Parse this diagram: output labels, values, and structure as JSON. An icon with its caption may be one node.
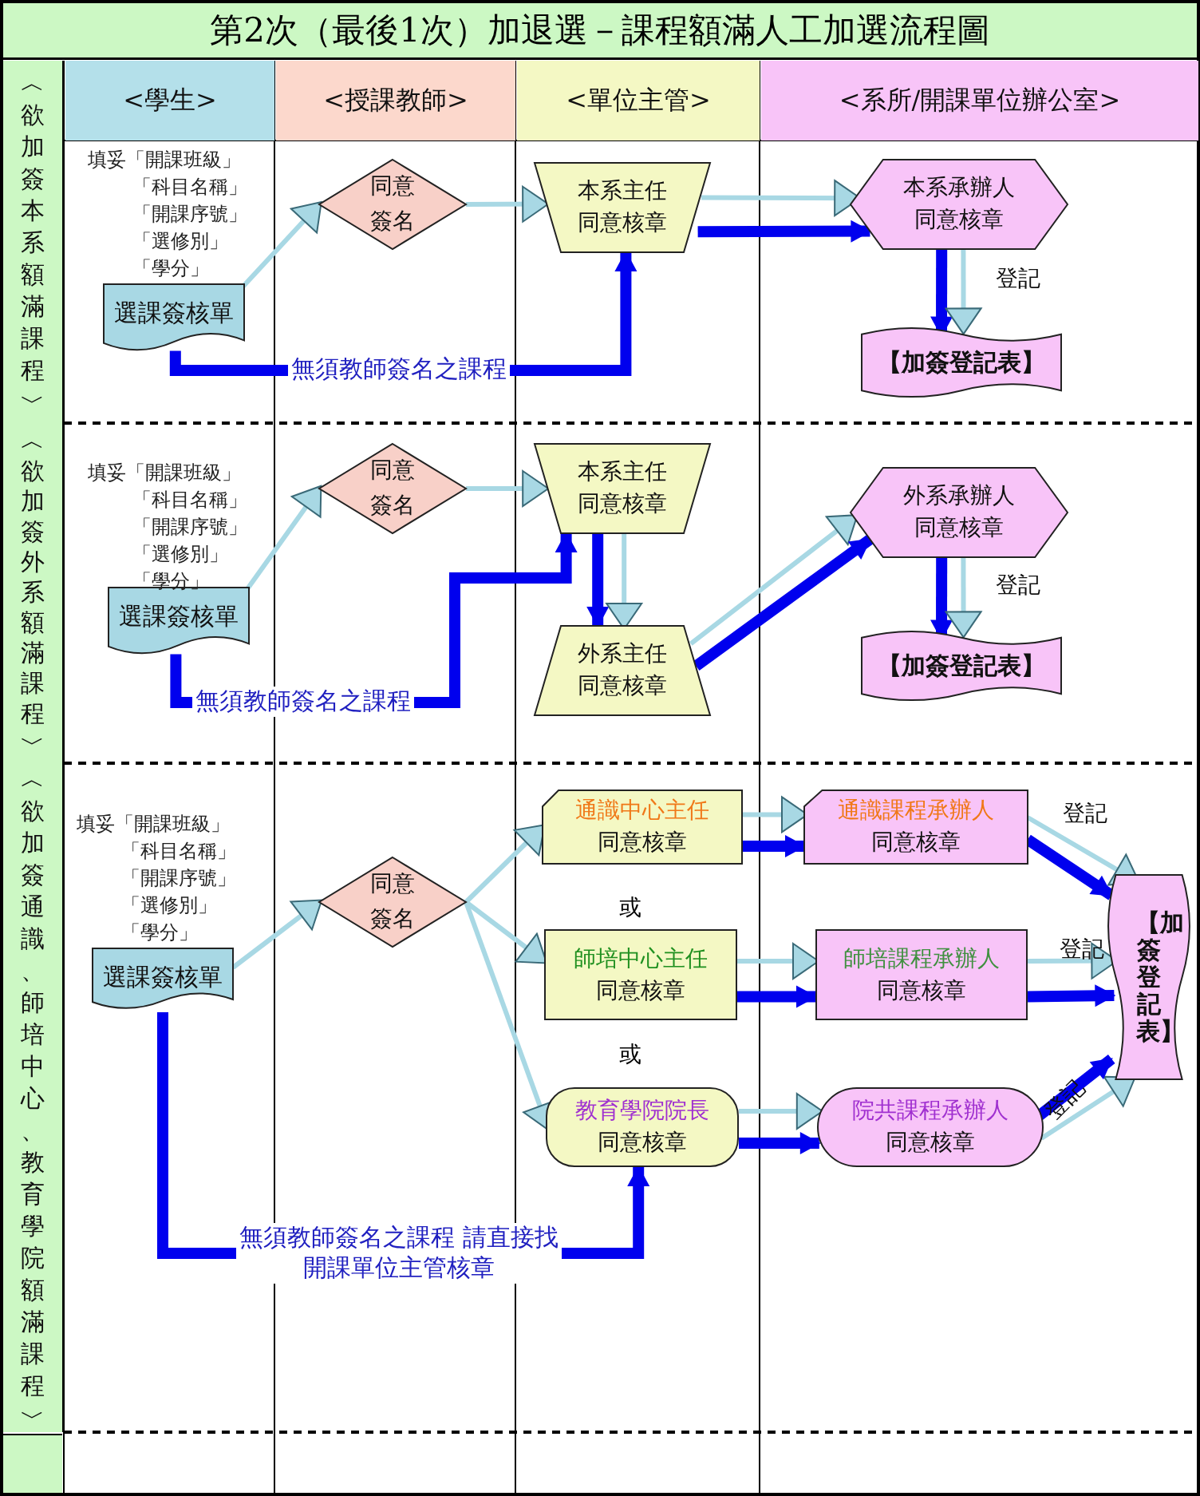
{
  "diagram": {
    "title": "第2次（最後1次）加退選－課程額滿人工加選流程圖",
    "nodes": [
      {
        "text": [
          "<學生>"
        ]
      },
      {
        "text": [
          "<授課教師>"
        ]
      },
      {
        "text": [
          "<單位主管>"
        ]
      },
      {
        "text": [
          "<系所/開課單位辦公室>"
        ]
      },
      {
        "text": [
          "︿欲加簽本系額滿課程﹀"
        ]
      },
      {
        "text": [
          "選課簽核單"
        ],
        "beside": [
          "填妥「開課班級」「科目名稱」「開課序號」「選修別」「學分」"
        ]
      },
      {
        "text": [
          "同意簽名"
        ]
      },
      {
        "text": [
          "本系主任",
          "同意核章"
        ]
      },
      {
        "text": [
          "本系承辦人",
          "同意核章"
        ]
      },
      {
        "text": [
          "【加簽登記表】"
        ]
      },
      {
        "text": [
          "︿欲加簽外系額滿課程﹀"
        ]
      },
      {
        "text": [
          "選課簽核單"
        ],
        "beside": [
          "填妥「開課班級」「科目名稱」「開課序號」「選修別」「學分」"
        ]
      },
      {
        "text": [
          "同意簽名"
        ]
      },
      {
        "text": [
          "本系主任",
          "同意核章"
        ]
      },
      {
        "text": [
          "外系主任",
          "同意核章"
        ]
      },
      {
        "text": [
          "外系承辦人",
          "同意核章"
        ]
      },
      {
        "text": [
          "【加簽登記表】"
        ]
      },
      {
        "text": [
          "︿欲加簽通識、師培中心、教育學院額滿課程﹀"
        ]
      },
      {
        "text": [
          "選課簽核單"
        ],
        "beside": [
          "填妥「開課班級」「科目名稱」「開課序號」「選修別」「學分」"
        ]
      },
      {
        "text": [
          "同意簽名"
        ]
      },
      {
        "text": [
          "通識中心主任",
          "同意核章"
        ]
      },
      {
        "text": [
          "師培中心主任",
          "同意核章"
        ]
      },
      {
        "text": [
          "教育學院院長",
          "同意核章"
        ]
      },
      {
        "text": [
          "通識課程承辦人",
          "同意核章"
        ]
      },
      {
        "text": [
          "師培課程承辦人",
          "同意核章"
        ]
      },
      {
        "text": [
          "院共課程承辦人",
          "同意核章"
        ]
      },
      {
        "text": [
          "【加簽登記表】"
        ]
      }
    ],
    "edges": [
      {
        "from": 5,
        "to": 6,
        "arrow": "to"
      },
      {
        "from": 6,
        "to": 7,
        "arrow": "to"
      },
      {
        "from": 7,
        "to": 8,
        "arrow": "to"
      },
      {
        "from": 7,
        "to": 8,
        "arrow": "to",
        "style": "thick",
        "color": "#0000ee"
      },
      {
        "from": 8,
        "to": 9,
        "arrow": "to",
        "style": "thick",
        "color": "#0000ee"
      },
      {
        "from": 8,
        "to": 9,
        "arrow": "to",
        "label": "登記"
      },
      {
        "from": 5,
        "to": 7,
        "arrow": "to",
        "label": "無須教師簽名之課程",
        "style": "thick",
        "color": "#0000ee"
      },
      {
        "from": 11,
        "to": 12,
        "arrow": "to"
      },
      {
        "from": 12,
        "to": 13,
        "arrow": "to"
      },
      {
        "from": 11,
        "to": 13,
        "arrow": "to",
        "label": "無須教師簽名之課程",
        "style": "thick",
        "color": "#0000ee"
      },
      {
        "from": 13,
        "to": 14,
        "arrow": "to",
        "style": "thick",
        "color": "#0000ee"
      },
      {
        "from": 13,
        "to": 14,
        "arrow": "to"
      },
      {
        "from": 14,
        "to": 15,
        "arrow": "to"
      },
      {
        "from": 14,
        "to": 15,
        "arrow": "to",
        "style": "thick",
        "color": "#0000ee"
      },
      {
        "from": 15,
        "to": 16,
        "arrow": "to",
        "style": "thick",
        "color": "#0000ee"
      },
      {
        "from": 15,
        "to": 16,
        "arrow": "to",
        "label": "登記"
      },
      {
        "from": 18,
        "to": 19,
        "arrow": "to"
      },
      {
        "from": 19,
        "to": 20,
        "arrow": "to"
      },
      {
        "from": 19,
        "to": 21,
        "arrow": "to"
      },
      {
        "from": 19,
        "to": 22,
        "arrow": "to"
      },
      {
        "from": 18,
        "to": 22,
        "arrow": "to",
        "label": "無須教師簽名之課程 請直接找開課單位主管核章",
        "style": "thick",
        "color": "#0000ee"
      },
      {
        "from": 20,
        "to": 23,
        "arrow": "to"
      },
      {
        "from": 20,
        "to": 23,
        "arrow": "to",
        "style": "thick",
        "color": "#0000ee"
      },
      {
        "from": 21,
        "to": 24,
        "arrow": "to"
      },
      {
        "from": 21,
        "to": 24,
        "arrow": "to",
        "style": "thick",
        "color": "#0000ee"
      },
      {
        "from": 22,
        "to": 25,
        "arrow": "to"
      },
      {
        "from": 22,
        "to": 25,
        "arrow": "to",
        "style": "thick",
        "color": "#0000ee"
      },
      {
        "from": 23,
        "to": 26,
        "arrow": "to",
        "label": "登記"
      },
      {
        "from": 23,
        "to": 26,
        "arrow": "to",
        "style": "thick",
        "color": "#0000ee"
      },
      {
        "from": 24,
        "to": 26,
        "arrow": "to",
        "label": "登記"
      },
      {
        "from": 24,
        "to": 26,
        "arrow": "to",
        "style": "thick",
        "color": "#0000ee"
      },
      {
        "from": 25,
        "to": 26,
        "arrow": "to",
        "label": "登記"
      },
      {
        "from": 25,
        "to": 26,
        "arrow": "to",
        "style": "thick",
        "color": "#0000ee"
      }
    ],
    "labels": [
      "或",
      "或"
    ]
  }
}
